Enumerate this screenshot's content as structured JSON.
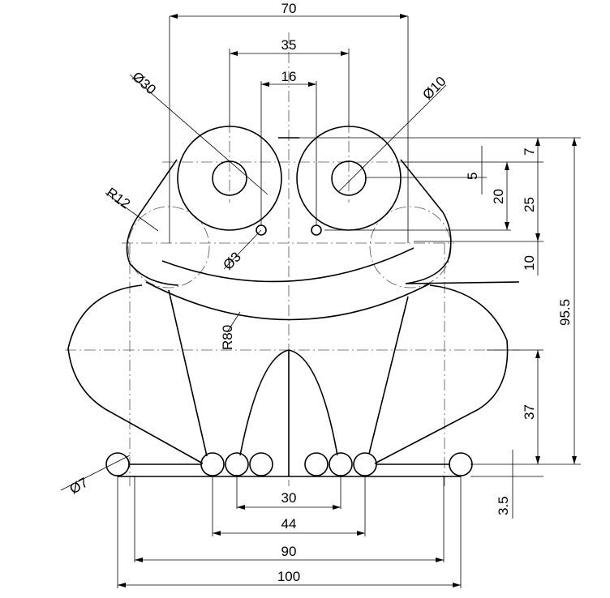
{
  "drawing": {
    "colors": {
      "line": "#000000",
      "center_line": "#555555",
      "background": "#ffffff"
    },
    "dimensions": {
      "d70": "70",
      "d35": "35",
      "d16": "16",
      "dia30": "Ø30",
      "dia10": "Ø10",
      "r12": "R12",
      "dia3": "Ø3",
      "r80": "R80",
      "d7": "7",
      "d5": "5",
      "d20": "20",
      "d25": "25",
      "d10": "10",
      "d95_5": "95.5",
      "d37": "37",
      "d3_5": "3.5",
      "dia7": "Ø7",
      "d30": "30",
      "d44": "44",
      "d90": "90",
      "d100": "100"
    }
  }
}
